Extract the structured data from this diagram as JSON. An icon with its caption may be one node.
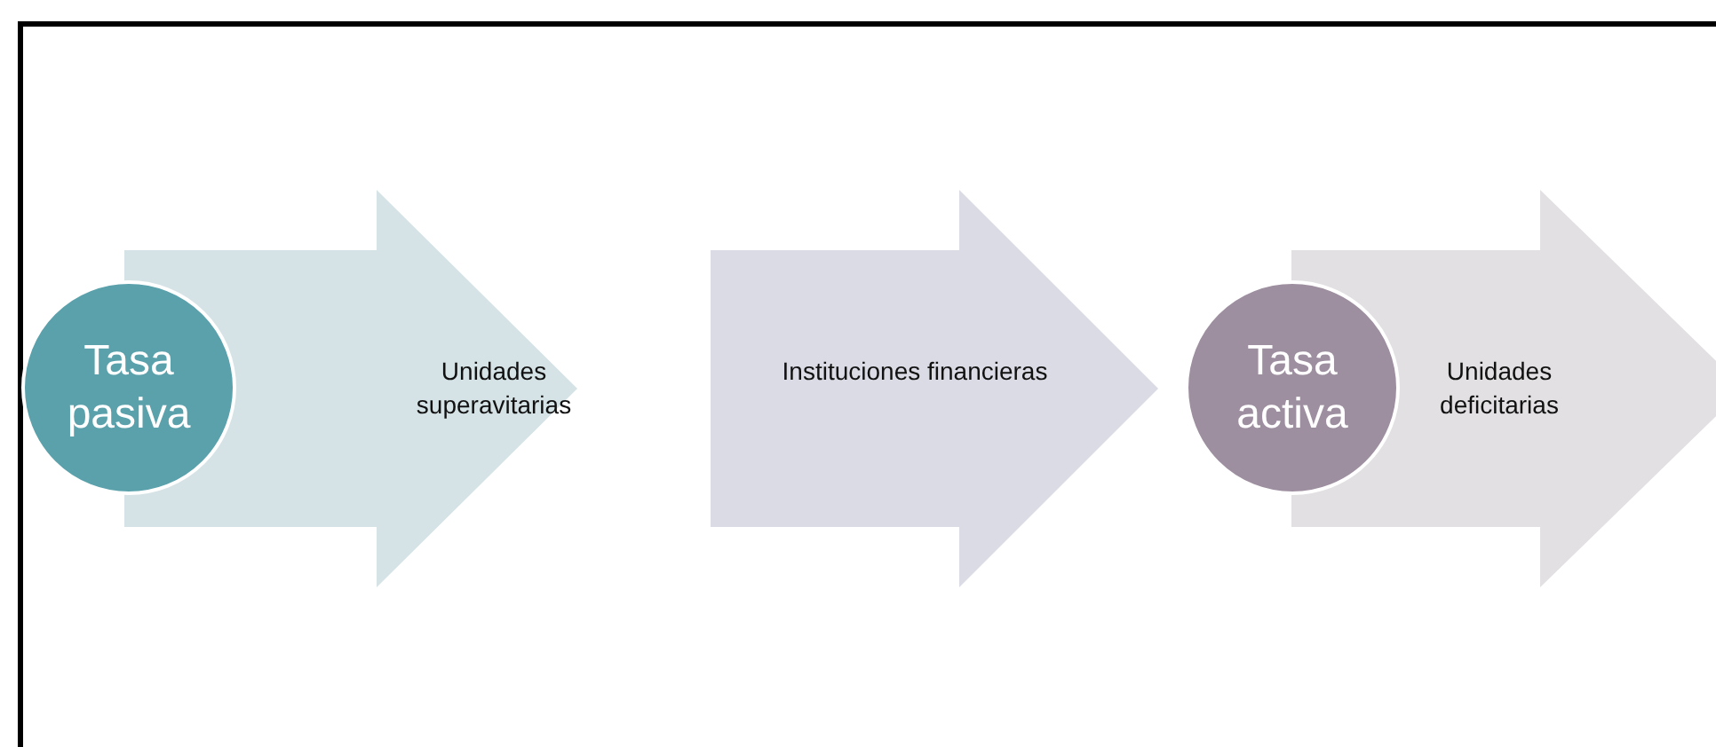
{
  "diagram": {
    "nodes": [
      {
        "text": [
          "Tasa pasiva"
        ]
      },
      {
        "text": [
          "Unidades superavitarias"
        ]
      },
      {
        "text": [
          "Instituciones financieras"
        ]
      },
      {
        "text": [
          "Tasa activa"
        ]
      },
      {
        "text": [
          "Unidades deficitarias"
        ]
      }
    ]
  }
}
